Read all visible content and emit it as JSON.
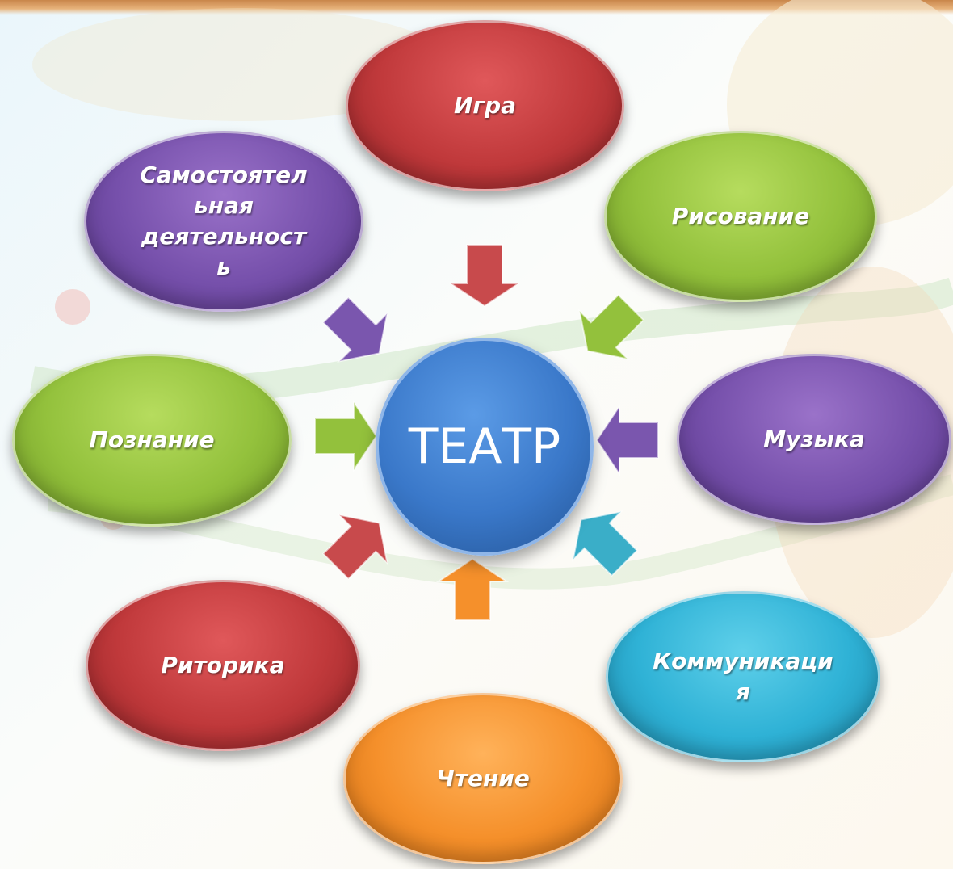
{
  "center": {
    "label": "ТЕАТР",
    "color": "#3a78c9"
  },
  "nodes": [
    {
      "label": "Игра",
      "color": "#c0393b"
    },
    {
      "label": "Рисование",
      "color": "#93c13c"
    },
    {
      "label": "Музыка",
      "color": "#7650ab"
    },
    {
      "label": "Коммуникаци я",
      "lines": [
        "Коммуникаци",
        "я"
      ],
      "color": "#2fb2d6"
    },
    {
      "label": "Чтение",
      "color": "#f5902b"
    },
    {
      "label": "Риторика",
      "color": "#c0393b"
    },
    {
      "label": "Познание",
      "color": "#93c13c"
    },
    {
      "label": "Самостоятел ьная деятельност ь",
      "lines": [
        "Самостоятел",
        "ьная",
        "деятельност",
        "ь"
      ],
      "color": "#7650ab"
    }
  ],
  "arrows": [
    {
      "points_to": "center",
      "from": "Игра",
      "color": "#c84a4c"
    },
    {
      "points_to": "center",
      "from": "Рисование",
      "color": "#93c13c"
    },
    {
      "points_to": "center",
      "from": "Музыка",
      "color": "#7a56ae"
    },
    {
      "points_to": "center",
      "from": "Коммуникация",
      "color": "#3aaec8"
    },
    {
      "points_to": "center",
      "from": "Чтение",
      "color": "#f5902b"
    },
    {
      "points_to": "center",
      "from": "Риторика",
      "color": "#c84a4c"
    },
    {
      "points_to": "center",
      "from": "Познание",
      "color": "#93c13c"
    },
    {
      "points_to": "center",
      "from": "Самостоятельная деятельность",
      "color": "#7a56ae"
    }
  ]
}
